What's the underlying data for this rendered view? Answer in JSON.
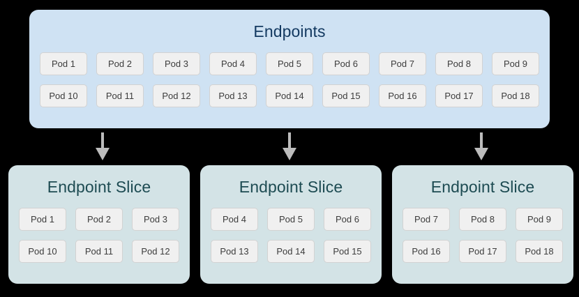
{
  "diagram": {
    "background_color": "#000000",
    "endpoints": {
      "title": "Endpoints",
      "background_color": "#cfe2f3",
      "title_color": "#143a61",
      "rows": [
        [
          "Pod 1",
          "Pod 2",
          "Pod 3",
          "Pod 4",
          "Pod 5",
          "Pod 6",
          "Pod 7",
          "Pod 8",
          "Pod 9"
        ],
        [
          "Pod 10",
          "Pod 11",
          "Pod 12",
          "Pod 13",
          "Pod 14",
          "Pod 15",
          "Pod 16",
          "Pod 17",
          "Pod 18"
        ]
      ]
    },
    "arrows": {
      "icon": "arrow-down-icon",
      "color": "#bcbcbc",
      "count": 3
    },
    "slices": [
      {
        "title": "Endpoint Slice",
        "background_color": "#d3e3e6",
        "title_color": "#1d4b52",
        "rows": [
          [
            "Pod 1",
            "Pod 2",
            "Pod 3"
          ],
          [
            "Pod 10",
            "Pod 11",
            "Pod 12"
          ]
        ]
      },
      {
        "title": "Endpoint Slice",
        "background_color": "#d3e3e6",
        "title_color": "#1d4b52",
        "rows": [
          [
            "Pod 4",
            "Pod 5",
            "Pod 6"
          ],
          [
            "Pod 13",
            "Pod 14",
            "Pod 15"
          ]
        ]
      },
      {
        "title": "Endpoint Slice",
        "background_color": "#d3e3e6",
        "title_color": "#1d4b52",
        "rows": [
          [
            "Pod 7",
            "Pod 8",
            "Pod 9"
          ],
          [
            "Pod 16",
            "Pod 17",
            "Pod 18"
          ]
        ]
      }
    ]
  }
}
